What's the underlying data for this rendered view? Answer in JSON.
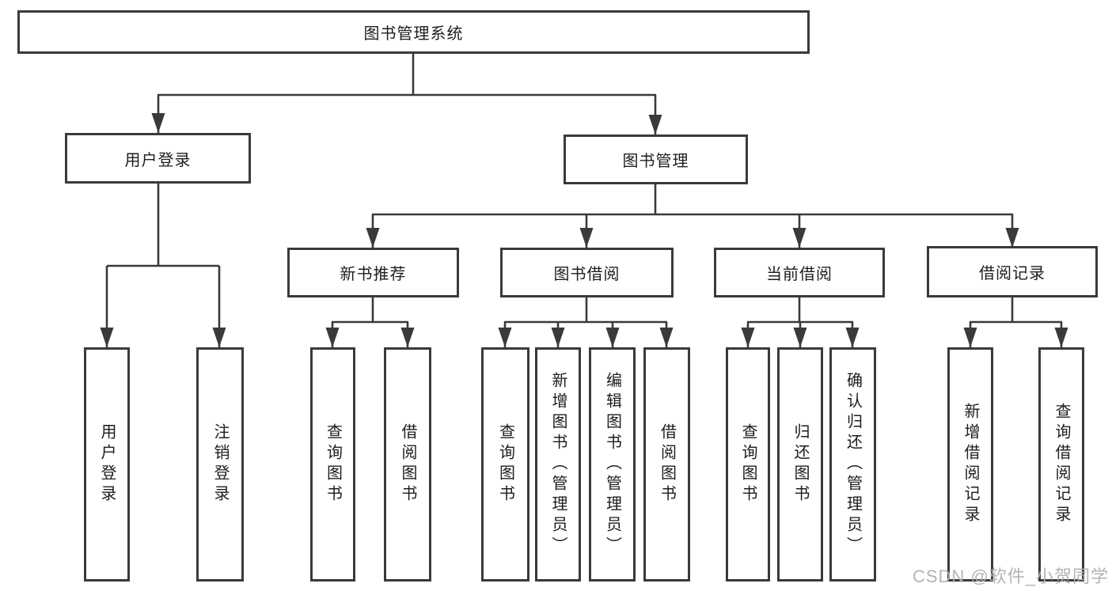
{
  "tree": {
    "title": "图书管理系统",
    "branches": [
      {
        "label": "用户登录",
        "children": [
          {
            "label": "用户登录"
          },
          {
            "label": "注销登录"
          }
        ]
      },
      {
        "label": "图书管理",
        "groups": [
          {
            "label": "新书推荐",
            "children": [
              {
                "label": "查询图书"
              },
              {
                "label": "借阅图书"
              }
            ]
          },
          {
            "label": "图书借阅",
            "children": [
              {
                "label": "查询图书"
              },
              {
                "label": "新增图书（管理员）"
              },
              {
                "label": "编辑图书（管理员）"
              },
              {
                "label": "借阅图书"
              }
            ]
          },
          {
            "label": "当前借阅",
            "children": [
              {
                "label": "查询图书"
              },
              {
                "label": "归还图书"
              },
              {
                "label": "确认归还（管理员）"
              }
            ]
          },
          {
            "label": "借阅记录",
            "children": [
              {
                "label": "新增借阅记录"
              },
              {
                "label": "查询借阅记录"
              }
            ]
          }
        ]
      }
    ]
  },
  "watermark": {
    "text": "CSDN @软件_小贺同学"
  },
  "colors": {
    "line": "#3a3a3a",
    "text": "#1d1d1d",
    "watermark": "#b0b0b0",
    "background": "#ffffff"
  }
}
